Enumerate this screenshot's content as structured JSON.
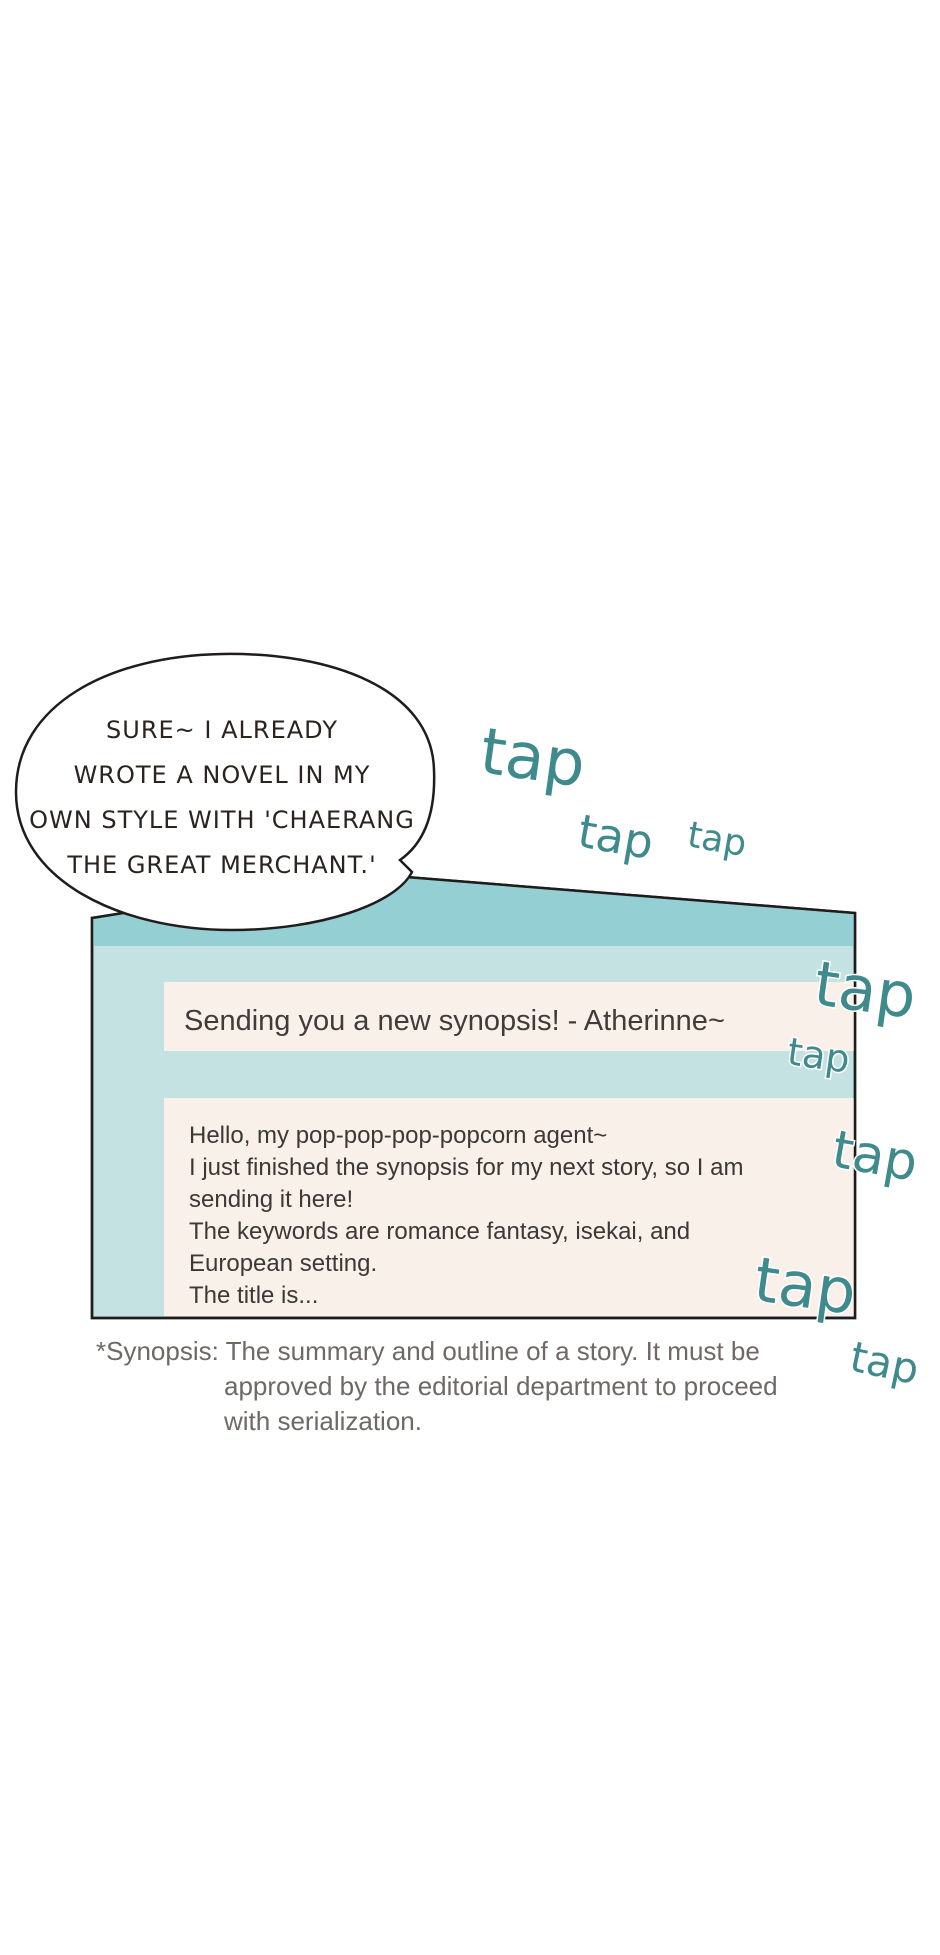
{
  "speech_bubble": {
    "lines": [
      "SURE~ I ALREADY",
      "WROTE A NOVEL IN MY",
      "OWN STYLE WITH 'CHAERANG",
      "THE GREAT MERCHANT.'"
    ]
  },
  "email_window": {
    "subject": "Sending you a new synopsis! - Atherinne~",
    "body_lines": [
      "Hello, my pop-pop-pop-popcorn agent~",
      "I just finished the synopsis for my next story, so I am",
      "sending it here!",
      "The keywords are romance fantasy, isekai, and",
      "European setting.",
      "The title is..."
    ]
  },
  "sound_effects": [
    "tap",
    "tap",
    "tap",
    "tap",
    "tap",
    "tap",
    "tap",
    "tap"
  ],
  "footnote": {
    "lines": [
      "*Synopsis: The summary and outline of a story. It must be",
      "approved by the editorial department to proceed",
      "with serialization."
    ]
  },
  "colors": {
    "window_header": "#93cfd3",
    "window_panel": "#c4e2e1",
    "content_box": "#f9f0ea",
    "sfx": "#3f8a8c",
    "outline": "#1f1c1b"
  }
}
